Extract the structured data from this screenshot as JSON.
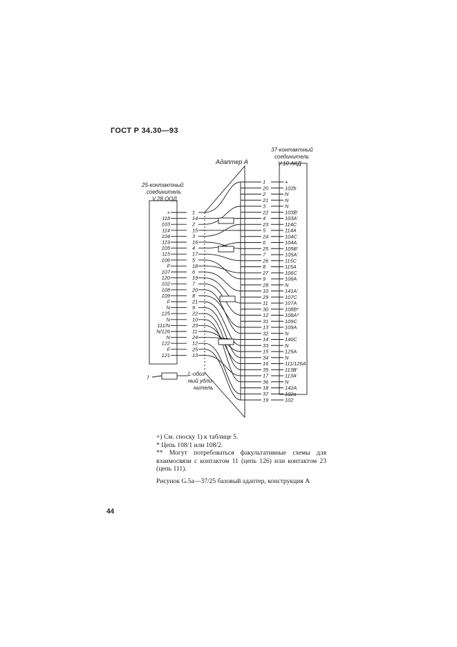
{
  "header": {
    "standard": "ГОСТ Р 34.30—93"
  },
  "diagram": {
    "adapter_label": "Адаптер А",
    "left_connector_label": [
      "25-контактный",
      "соединитель",
      "V.28   ООД"
    ],
    "right_connector_label": [
      "37-контактный",
      "соединитель",
      "V.10   АКД"
    ],
    "left_circuits": [
      "+",
      "118",
      "103",
      "114",
      "104",
      "119",
      "105",
      "115",
      "106",
      "F",
      "107",
      "120",
      "102",
      "108",
      "109",
      "F",
      "N",
      "125",
      "N",
      "111/N",
      "N/126",
      "N",
      "122",
      "F",
      "121"
    ],
    "left_pins": [
      "1",
      "14",
      "2",
      "15",
      "3",
      "16",
      "4",
      "17",
      "5",
      "18",
      "6",
      "19",
      "7",
      "20",
      "8",
      "21",
      "9",
      "22",
      "10",
      "23",
      "11",
      "24",
      "12",
      "25",
      "13"
    ],
    "right_pins": [
      "1",
      "20",
      "2",
      "21",
      "3",
      "22",
      "4",
      "23",
      "5",
      "24",
      "6",
      "25",
      "7",
      "26",
      "8",
      "27",
      "9",
      "28",
      "10",
      "29",
      "11",
      "30",
      "12",
      "31",
      "13",
      "32",
      "14",
      "33",
      "15",
      "34",
      "16",
      "35",
      "17",
      "36",
      "18",
      "37",
      "19"
    ],
    "right_circuits": [
      "+",
      "102b",
      "N",
      "N",
      "N",
      "103B'",
      "103A'",
      "114C",
      "114A",
      "104C",
      "104A",
      "105B'",
      "105A'",
      "115C",
      "115A",
      "106C",
      "106A",
      "N",
      "141A'",
      "107C",
      "107A",
      "108B*",
      "108A*",
      "109C",
      "109A",
      "N",
      "140C",
      "N",
      "125A",
      "N",
      "111/126A'",
      "113B'",
      "113A'",
      "N",
      "142A",
      "102a",
      "102"
    ],
    "terminator_mark": "I",
    "terminator_label": [
      "L-обоз-",
      "ный удли-",
      "нитель"
    ]
  },
  "notes": [
    "+) См. сноску 1) к таблице 5.",
    "* Цепь 108/1 или 108/2.",
    "** Могут потребоваться факультативные схемы для взаимосвязи с контактом 11 (цепь 126) или контактом 23 (цепь 111)."
  ],
  "caption": "Рисунок G.5a—37/25 базовый адаптер, конструкция А",
  "page_number": "44"
}
